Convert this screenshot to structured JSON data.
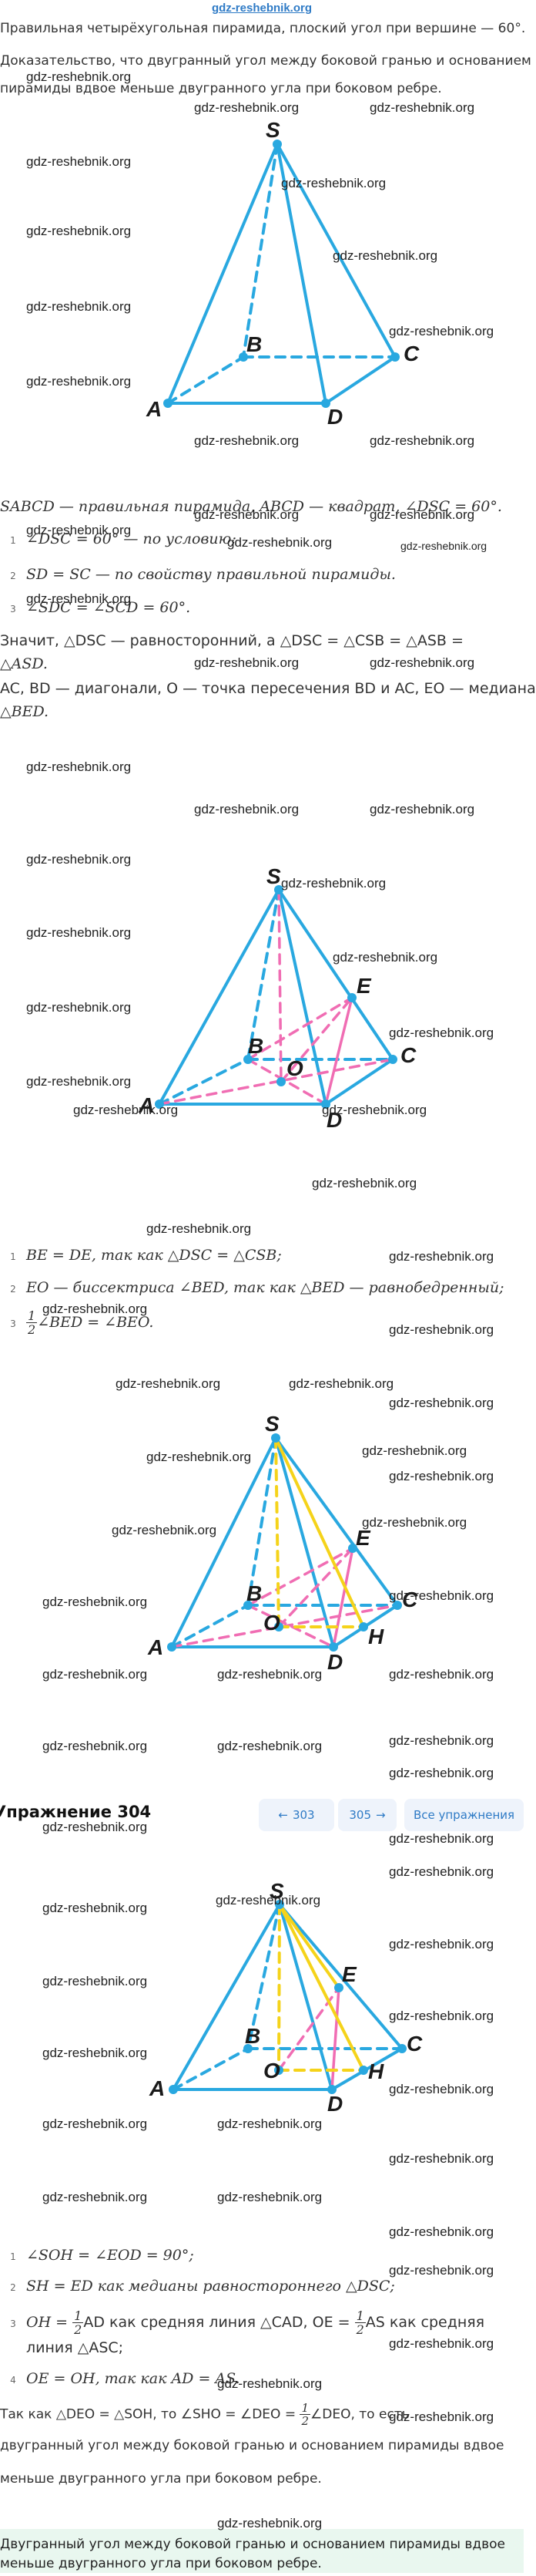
{
  "site_logo": "gdz-reshebnik.org",
  "watermark": "gdz-reshebnik.org",
  "problem": {
    "line1": "Правильная четырёхугольная пирамида, плоский угол при вершине — 60°.",
    "line2": "Доказательство, что двугранный угол между боковой гранью и основанием",
    "line3": "пирамиды вдвое меньше двугранного угла при боковом ребре."
  },
  "vertex_labels": {
    "S": "S",
    "A": "A",
    "B": "B",
    "C": "C",
    "D": "D",
    "E": "E",
    "O": "O",
    "H": "H"
  },
  "given": "SABCD — правильная пирамида, ABCD — квадрат, ∠DSC = 60°.",
  "list1": [
    "∠DSC = 60° — по условию;",
    "SD = SC — по свойству правильной пирамиды.",
    "∠SDC = ∠SCD = 60°."
  ],
  "list1_nums": [
    "1",
    "2",
    "3"
  ],
  "conclusion1": {
    "line1": "Значит, △DSC — равносторонний, а △DSC = △CSB = △ASB =",
    "line2": "△ASD."
  },
  "diagonals": {
    "line1": "AC, BD — диагонали, O — точка пересечения BD и AC, EO — медиана",
    "line2": "△BED."
  },
  "list2": [
    "BE = DE, так как △DSC = △CSB;",
    "EO — биссектриса ∠BED, так как △BED — равнобедренный;",
    "∠BED = ∠BEO."
  ],
  "list2_nums": [
    "1",
    "2",
    "3"
  ],
  "fraction": {
    "num": "1",
    "den": "2"
  },
  "exercise": {
    "title": "Упражнение 304",
    "prev": "303",
    "next": "305",
    "all": "Все упражнения"
  },
  "list3": [
    "∠SOH = ∠EOD = 90°;",
    "SH = ED как медианы равностороннего △DSC;",
    "OH = ",
    "OE = OH, так как AD = AS."
  ],
  "list3_nums": [
    "1",
    "2",
    "3",
    "4"
  ],
  "list3_item3": {
    "mid": "AD как средняя линия △CAD, OE = ",
    "end": "AS как средняя",
    "line2": "линия △ASC;"
  },
  "final": {
    "line1_start": "Так как △DEO = △SOH, то ∠SHO = ∠DEO = ",
    "line1_end": "∠DEO, то есть",
    "line2": "двугранный угол между боковой гранью и основанием пирамиды вдвое",
    "line3": "меньше двугранного угла при боковом ребре."
  },
  "answer": {
    "line1": "Двугранный угол между боковой гранью и основанием пирамиды вдвое",
    "line2": "меньше двугранного угла при боковом ребре."
  },
  "colors": {
    "edge": "#29a8e0",
    "pink": "#f06db3",
    "yellow": "#f5d31a",
    "link": "#2f7bc6"
  }
}
